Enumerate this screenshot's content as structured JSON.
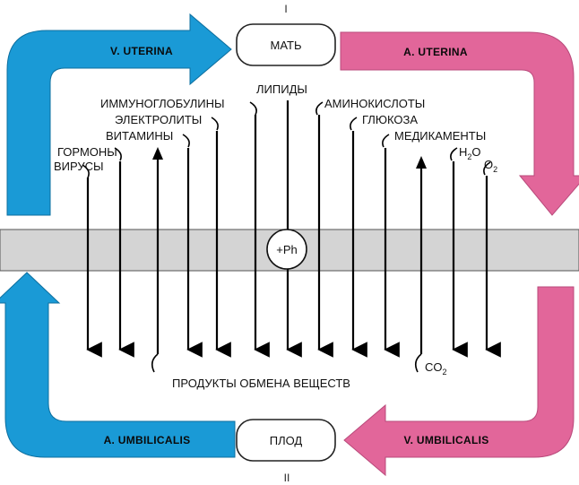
{
  "roman_top": "I",
  "roman_bottom": "II",
  "mother_box": "МАТЬ",
  "fetus_box": "ПЛОД",
  "placenta_mark": "+Ph",
  "vessels": {
    "v_uterina": "V. UTERINA",
    "a_uterina": "A. UTERINA",
    "a_umbilicalis": "A. UMBILICALIS",
    "v_umbilicalis": "V. UMBILICALIS"
  },
  "substances": {
    "immunoglobulins": "ИММУНОГЛОБУЛИНЫ",
    "lipids": "ЛИПИДЫ",
    "amino_acids": "АМИНОКИСЛОТЫ",
    "electrolytes": "ЭЛЕКТРОЛИТЫ",
    "glucose": "ГЛЮКОЗА",
    "vitamins": "ВИТАМИНЫ",
    "drugs": "МЕДИКАМЕНТЫ",
    "hormones": "ГОРМОНЫ",
    "viruses": "ВИРУСЫ",
    "water_base": "H",
    "water_sub": "2",
    "water_tail": "O",
    "oxygen_base": "O",
    "oxygen_sub": "2"
  },
  "bottom": {
    "metabolic_products": "ПРОДУКТЫ ОБМЕНА ВЕЩЕСТВ",
    "co2_base": "CO",
    "co2_sub": "2"
  },
  "colors": {
    "vein_blue": "#1a9ad6",
    "artery_pink": "#e2669a",
    "placenta_gray": "#d4d4d4"
  }
}
